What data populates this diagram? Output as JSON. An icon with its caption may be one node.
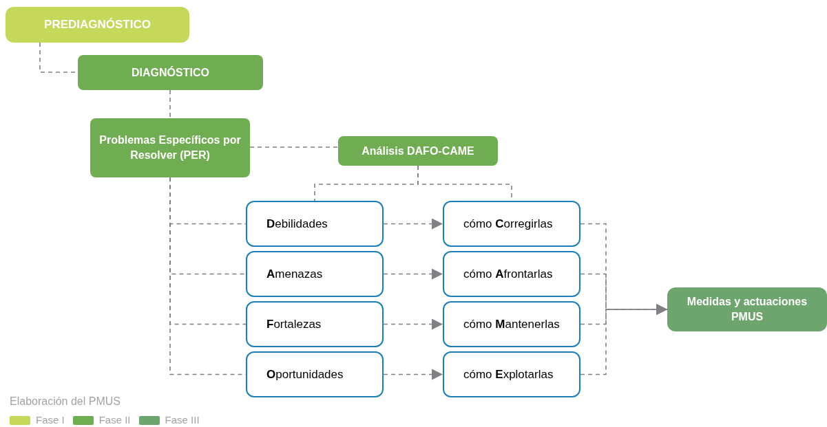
{
  "diagram": {
    "nodes": [
      {
        "text": [
          "PREDIAGNÓSTICO"
        ]
      },
      {
        "text": [
          "DIAGNÓSTICO"
        ]
      },
      {
        "text": [
          "Problemas Específicos por Resolver (PER)"
        ]
      },
      {
        "text": [
          "Análisis DAFO-CAME"
        ]
      },
      {
        "text": [
          "**D**ebilidades"
        ]
      },
      {
        "text": [
          "**A**menazas"
        ]
      },
      {
        "text": [
          "**F**ortalezas"
        ]
      },
      {
        "text": [
          "**O**portunidades"
        ]
      },
      {
        "text": [
          "cómo **C**orregirlas"
        ]
      },
      {
        "text": [
          "cómo **A**frontarlas"
        ]
      },
      {
        "text": [
          "cómo **M**antenerlas"
        ]
      },
      {
        "text": [
          "cómo **E**xplotarlas"
        ]
      },
      {
        "text": [
          "Medidas y actuaciones PMUS"
        ]
      }
    ],
    "edges": [
      {
        "from": 0,
        "to": 1,
        "arrow": "none",
        "style": "dashed"
      },
      {
        "from": 1,
        "to": 2,
        "arrow": "none",
        "style": "dashed"
      },
      {
        "from": 2,
        "to": 3,
        "arrow": "none",
        "style": "dashed"
      },
      {
        "from": 3,
        "to": 4,
        "arrow": "none",
        "style": "dashed"
      },
      {
        "from": 3,
        "to": 8,
        "arrow": "none",
        "style": "dashed"
      },
      {
        "from": 2,
        "to": 4,
        "arrow": "none",
        "style": "dashed"
      },
      {
        "from": 2,
        "to": 5,
        "arrow": "none",
        "style": "dashed"
      },
      {
        "from": 2,
        "to": 6,
        "arrow": "none",
        "style": "dashed"
      },
      {
        "from": 2,
        "to": 7,
        "arrow": "none",
        "style": "dashed"
      },
      {
        "from": 4,
        "to": 8,
        "arrow": "to",
        "style": "dashed"
      },
      {
        "from": 5,
        "to": 9,
        "arrow": "to",
        "style": "dashed"
      },
      {
        "from": 6,
        "to": 10,
        "arrow": "to",
        "style": "dashed"
      },
      {
        "from": 7,
        "to": 11,
        "arrow": "to",
        "style": "dashed"
      },
      {
        "from": 8,
        "to": 12,
        "arrow": "to",
        "style": "dashed"
      },
      {
        "from": 9,
        "to": 12,
        "arrow": "to",
        "style": "dashed"
      },
      {
        "from": 10,
        "to": 12,
        "arrow": "to",
        "style": "dashed"
      },
      {
        "from": 11,
        "to": 12,
        "arrow": "to",
        "style": "dashed"
      }
    ],
    "labels": [
      "Elaboración del PMUS"
    ],
    "legend": [
      {
        "text": "Fase I",
        "color": "#c5d85a"
      },
      {
        "text": "Fase II",
        "color": "#70ad52"
      },
      {
        "text": "Fase III",
        "color": "#6ea56e"
      }
    ]
  }
}
